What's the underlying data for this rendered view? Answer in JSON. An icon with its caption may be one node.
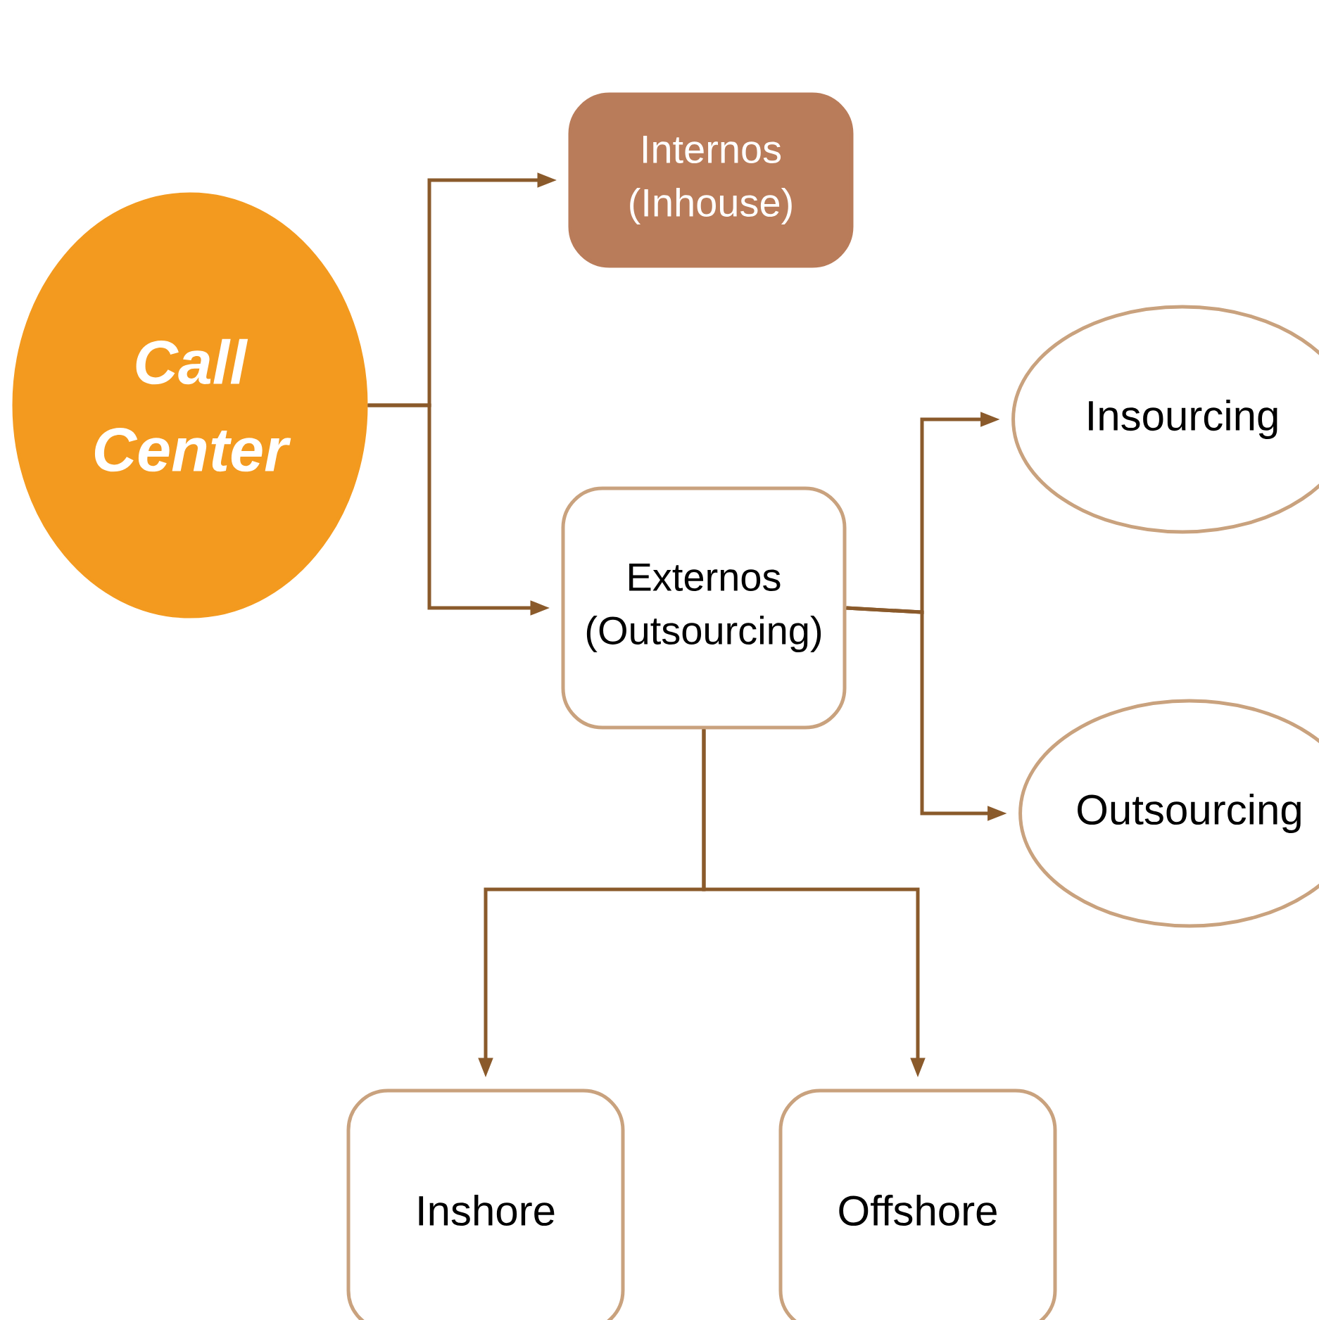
{
  "diagram": {
    "nodes": [
      {
        "text": [
          "Call Center"
        ]
      },
      {
        "text": [
          "Internos (Inhouse)"
        ]
      },
      {
        "text": [
          "Externos (Outsourcing)"
        ]
      },
      {
        "text": [
          "Insourcing"
        ]
      },
      {
        "text": [
          "Outsourcing"
        ]
      },
      {
        "text": [
          "Inshore"
        ]
      },
      {
        "text": [
          "Offshore"
        ]
      }
    ],
    "edges": [
      {
        "from": 0,
        "to": 1,
        "arrow": "to"
      },
      {
        "from": 0,
        "to": 2,
        "arrow": "to"
      },
      {
        "from": 2,
        "to": 3,
        "arrow": "to"
      },
      {
        "from": 2,
        "to": 4,
        "arrow": "to"
      },
      {
        "from": 2,
        "to": 5,
        "arrow": "to"
      },
      {
        "from": 2,
        "to": 6,
        "arrow": "to"
      }
    ]
  }
}
